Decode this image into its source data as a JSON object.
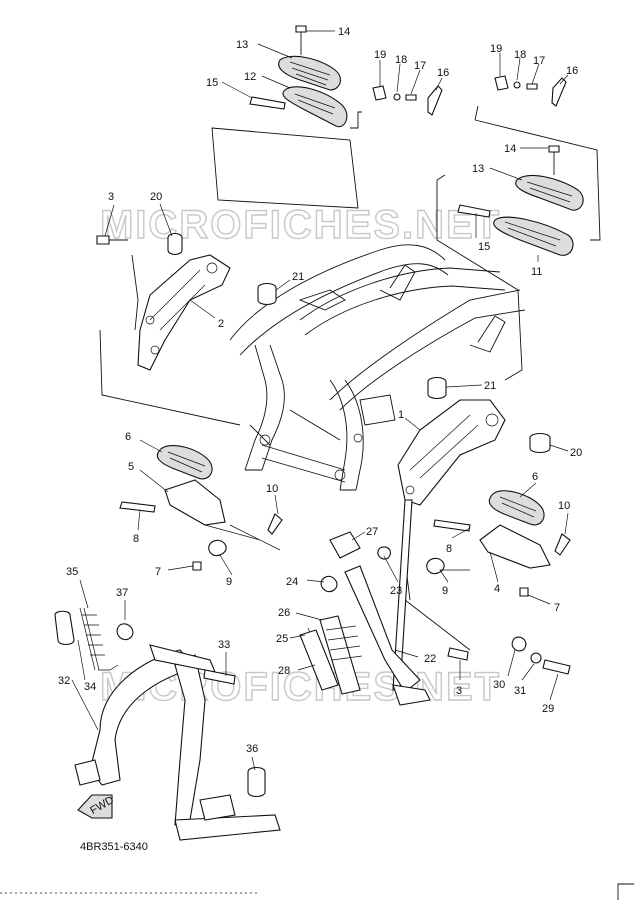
{
  "watermark_text": "MICROFICHES.NET",
  "diagram_code": "4BR351-6340",
  "fwd_label": "FWD",
  "callouts": [
    "14",
    "13",
    "12",
    "15",
    "19",
    "18",
    "17",
    "16",
    "19",
    "18",
    "17",
    "16",
    "14",
    "13",
    "15",
    "11",
    "3",
    "20",
    "21",
    "2",
    "21",
    "1",
    "6",
    "20",
    "5",
    "10",
    "6",
    "10",
    "8",
    "27",
    "8",
    "7",
    "9",
    "24",
    "23",
    "9",
    "4",
    "7",
    "35",
    "37",
    "26",
    "33",
    "25",
    "22",
    "28",
    "32",
    "34",
    "30",
    "31",
    "3",
    "29",
    "36"
  ]
}
